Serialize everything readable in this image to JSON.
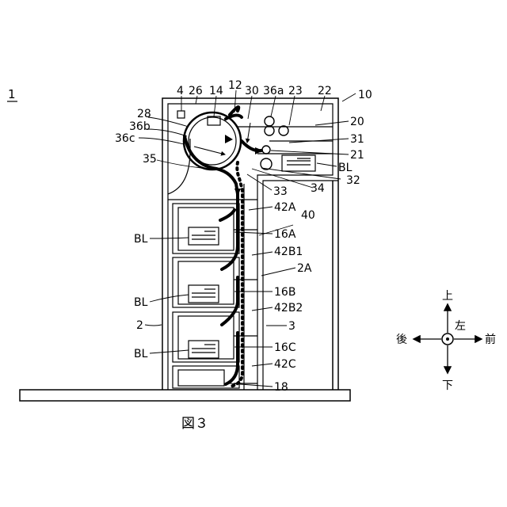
{
  "figure": {
    "number_label": "1",
    "caption": "図３"
  },
  "labels": {
    "l4": "4",
    "l26": "26",
    "l14": "14",
    "l12": "12",
    "l30": "30",
    "l36a": "36a",
    "l23": "23",
    "l22": "22",
    "l10": "10",
    "l28": "28",
    "l36b": "36b",
    "l36c": "36c",
    "l35": "35",
    "l20": "20",
    "l31": "31",
    "l21": "21",
    "l32": "32",
    "l33": "33",
    "l34": "34",
    "bl_top": "BL",
    "l42A": "42A",
    "l40": "40",
    "l16A": "16A",
    "l42B1": "42B1",
    "l2A": "2A",
    "l16B": "16B",
    "l42B2": "42B2",
    "l3": "3",
    "l16C": "16C",
    "l42C": "42C",
    "l18": "18",
    "l2": "2",
    "bl_1": "BL",
    "bl_2": "BL",
    "bl_3": "BL"
  },
  "compass": {
    "up": "上",
    "down": "下",
    "left": "左",
    "front": "前",
    "back": "後"
  }
}
